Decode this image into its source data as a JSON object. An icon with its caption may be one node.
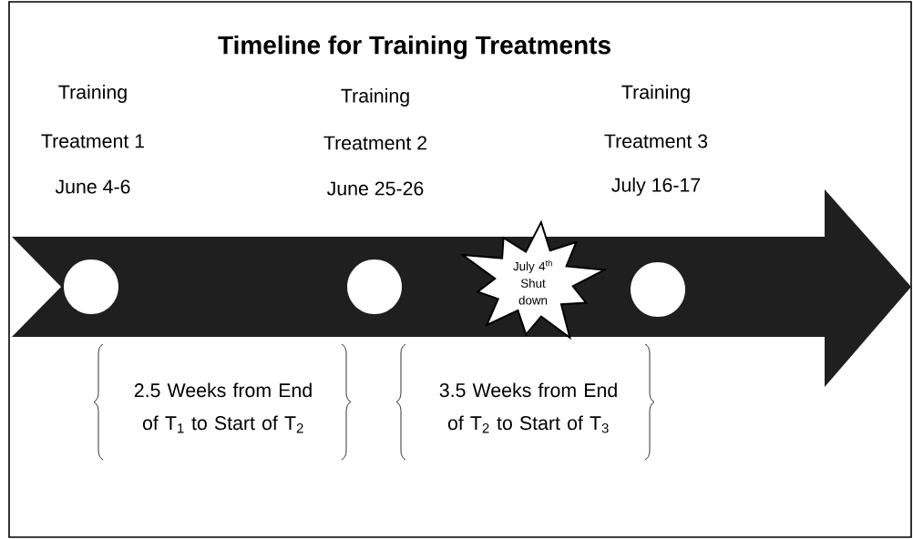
{
  "diagram": {
    "title": "Timeline for Training Treatments",
    "nodes": [
      {
        "text": [],
        "shape": "arrow"
      },
      {
        "text": [],
        "shape": "circle",
        "in": 0,
        "beside": [
          "Training",
          "Treatment 1",
          "June 4-6"
        ]
      },
      {
        "text": [],
        "shape": "circle",
        "in": 0,
        "beside": [
          "Training",
          "Treatment 2",
          "June 25-26"
        ]
      },
      {
        "text": [
          "July 4$^{th}$ Shut down"
        ],
        "in": 0
      },
      {
        "text": [],
        "shape": "circle",
        "in": 0,
        "beside": [
          "Training",
          "Treatment 3",
          "July 16-17"
        ]
      }
    ],
    "labels": [
      "2.5 Weeks from End of T$_{1}$ to Start of T$_{2}$",
      "3.5 Weeks from End of T$_{2}$ to Start of T$_{3}$"
    ]
  }
}
